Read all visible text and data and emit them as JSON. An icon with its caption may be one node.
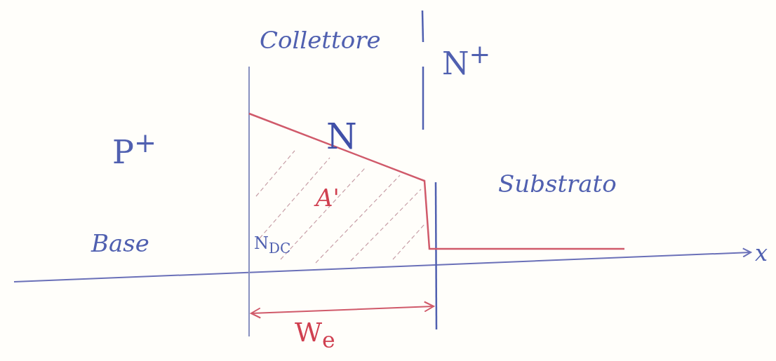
{
  "diagram": {
    "labels": [
      "Collettore",
      "N$^{+}$",
      "P$^{+}$",
      "N",
      "Substrato",
      "Base",
      "A'",
      "N$_{DC}$",
      "W$_{e}$",
      "x"
    ]
  }
}
